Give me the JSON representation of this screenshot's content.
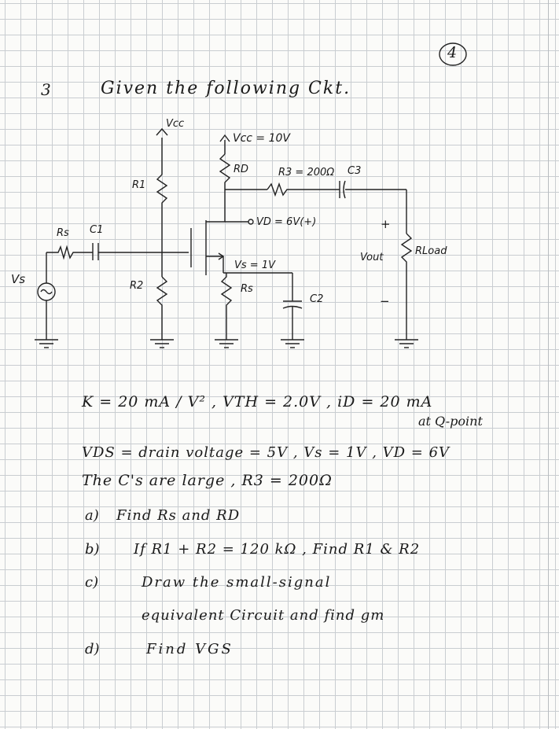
{
  "page_number": "4",
  "problem": {
    "number": "3",
    "intro": "Given the following Ckt."
  },
  "circuit_labels": {
    "vcc_left": "Vcc",
    "vcc_value": "Vcc = 10V",
    "rd": "RD",
    "r3": "R3 = 200Ω",
    "c3": "C3",
    "r1": "R1",
    "r2": "R2",
    "rs_source": "Rs",
    "c1": "C1",
    "vs": "Vs",
    "vd": "VD = 6V(+)",
    "vs_node": "Vs = 1V",
    "rs": "Rs",
    "c2": "C2",
    "vout": "Vout",
    "plus": "+",
    "minus": "−",
    "rload": "RLoad"
  },
  "given": {
    "line1": "K = 20 mA / V²  ,  VTH = 2.0V ,  iD = 20 mA",
    "line1b": "at Q-point",
    "line2": "VDS = drain voltage = 5V , Vs = 1V , VD = 6V",
    "line3": "The C's are large ,  R3 = 200Ω"
  },
  "questions": [
    {
      "label": "a)",
      "text": "Find Rs and RD"
    },
    {
      "label": "b)",
      "text": "If R1 + R2 = 120 kΩ , Find R1 & R2"
    },
    {
      "label": "c)",
      "text": "Draw the small-signal"
    },
    {
      "label": "",
      "text": "equivalent Circuit and find gm"
    },
    {
      "label": "d)",
      "text": "Find VGS"
    }
  ]
}
